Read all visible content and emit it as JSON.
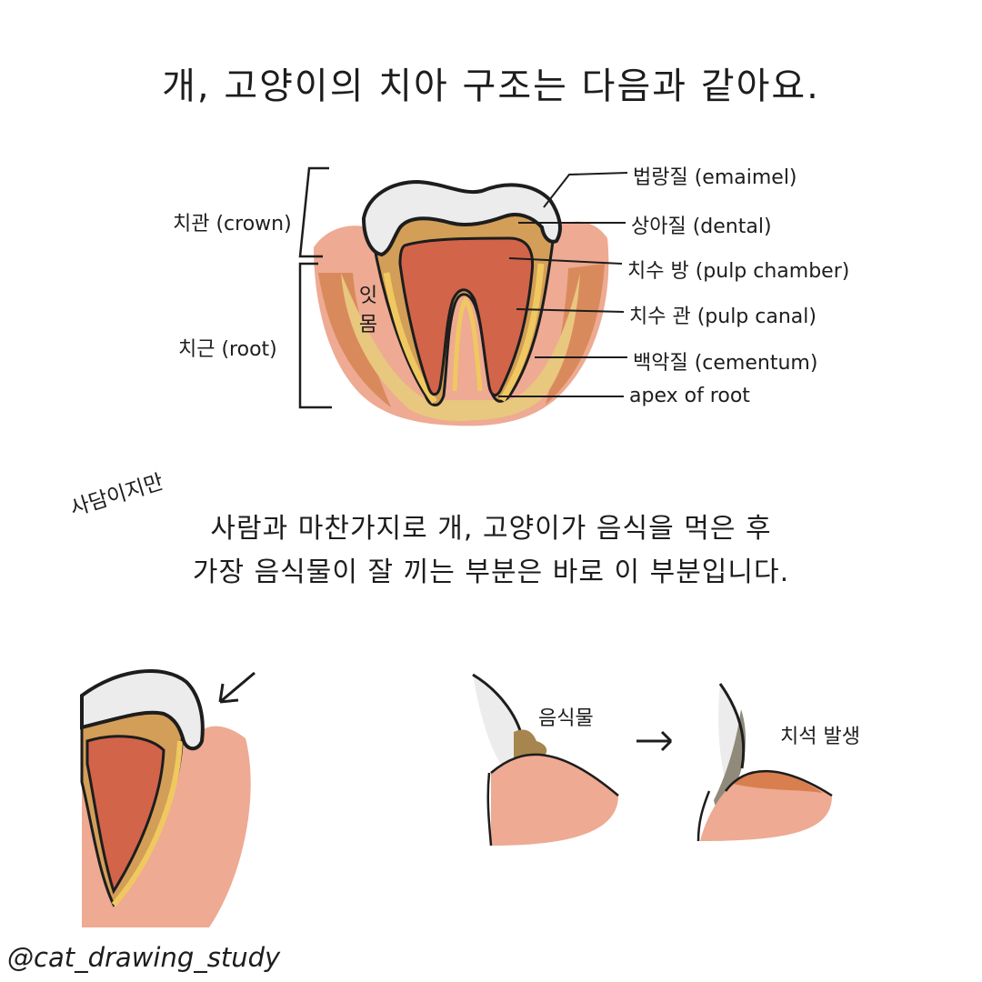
{
  "title": "개, 고양이의 치아 구조는 다음과 같아요.",
  "diagram": {
    "crown_label": "치관 (crown)",
    "root_label": "치근 (root)",
    "gum_label": "잇몸",
    "parts": [
      {
        "label": "법랑질 (emaimel)"
      },
      {
        "label": "상아질 (dental)"
      },
      {
        "label": "치수 방 (pulp chamber)"
      },
      {
        "label": "치수 관 (pulp canal)"
      },
      {
        "label": "백악질 (cementum)"
      },
      {
        "label": "apex of root"
      }
    ]
  },
  "side_note": "사담이지만",
  "body": {
    "line1": "사람과 마찬가지로 개, 고양이가 음식을 먹은 후",
    "line2": "가장 음식물이 잘 끼는 부분은 바로 이 부분입니다."
  },
  "bottom": {
    "food_label": "음식물",
    "tartar_label": "치석 발생"
  },
  "credit": "@cat_drawing_study",
  "colors": {
    "gum": "#eeaa92",
    "gum_dark": "#d97e4f",
    "bone": "#e8c77e",
    "dentin": "#d39e58",
    "pulp": "#d2644a",
    "cementum": "#f0c860",
    "enamel": "#ececec",
    "food": "#a6854e",
    "tartar": "#8f8a7a"
  }
}
